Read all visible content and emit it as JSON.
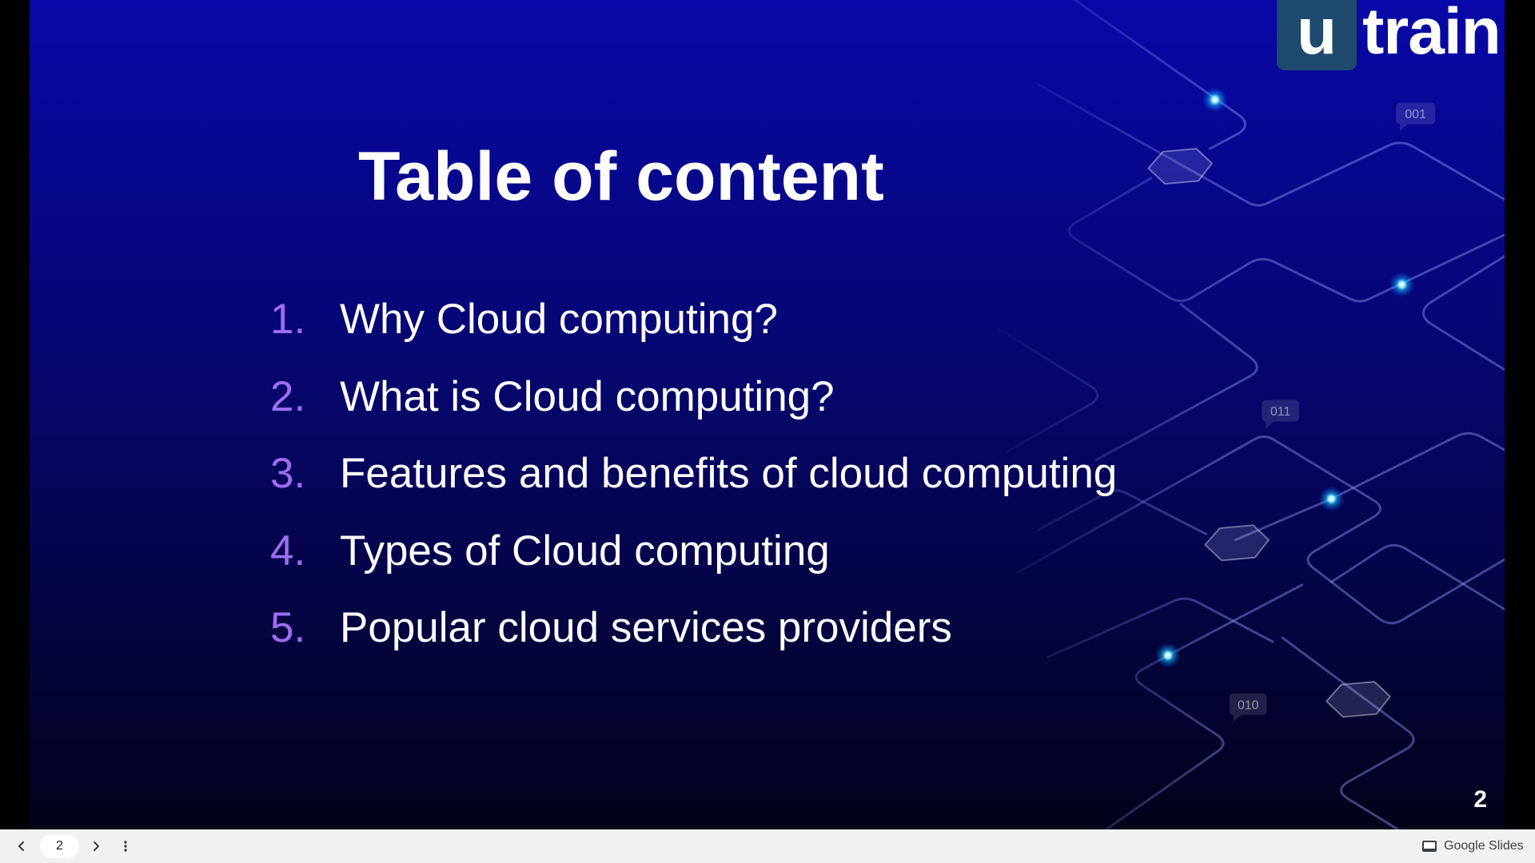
{
  "slide": {
    "title": "Table of content",
    "items": [
      {
        "number": "1.",
        "text": "Why Cloud computing?"
      },
      {
        "number": "2.",
        "text": "What is Cloud computing?"
      },
      {
        "number": "3.",
        "text": "Features and benefits of cloud computing"
      },
      {
        "number": "4.",
        "text": "Types of Cloud computing"
      },
      {
        "number": "5.",
        "text": "Popular cloud services providers"
      }
    ],
    "slide_number": "2",
    "logo": {
      "letter": "u",
      "word": "train"
    },
    "decoration_labels": [
      "001",
      "011",
      "010"
    ]
  },
  "toolbar": {
    "previous_icon": "chevron-left-icon",
    "current_slide": "2",
    "next_icon": "chevron-right-icon",
    "menu_icon": "more-vertical-icon",
    "brand_icon": "slides-icon",
    "brand_name": "Google Slides"
  },
  "colors": {
    "background_top": "#0808a8",
    "background_mid": "#06066e",
    "background_bottom": "#02021a",
    "accent": "#a06cf3",
    "logo_box": "#1e4a6d",
    "toolbar": "#f1f1f1"
  }
}
